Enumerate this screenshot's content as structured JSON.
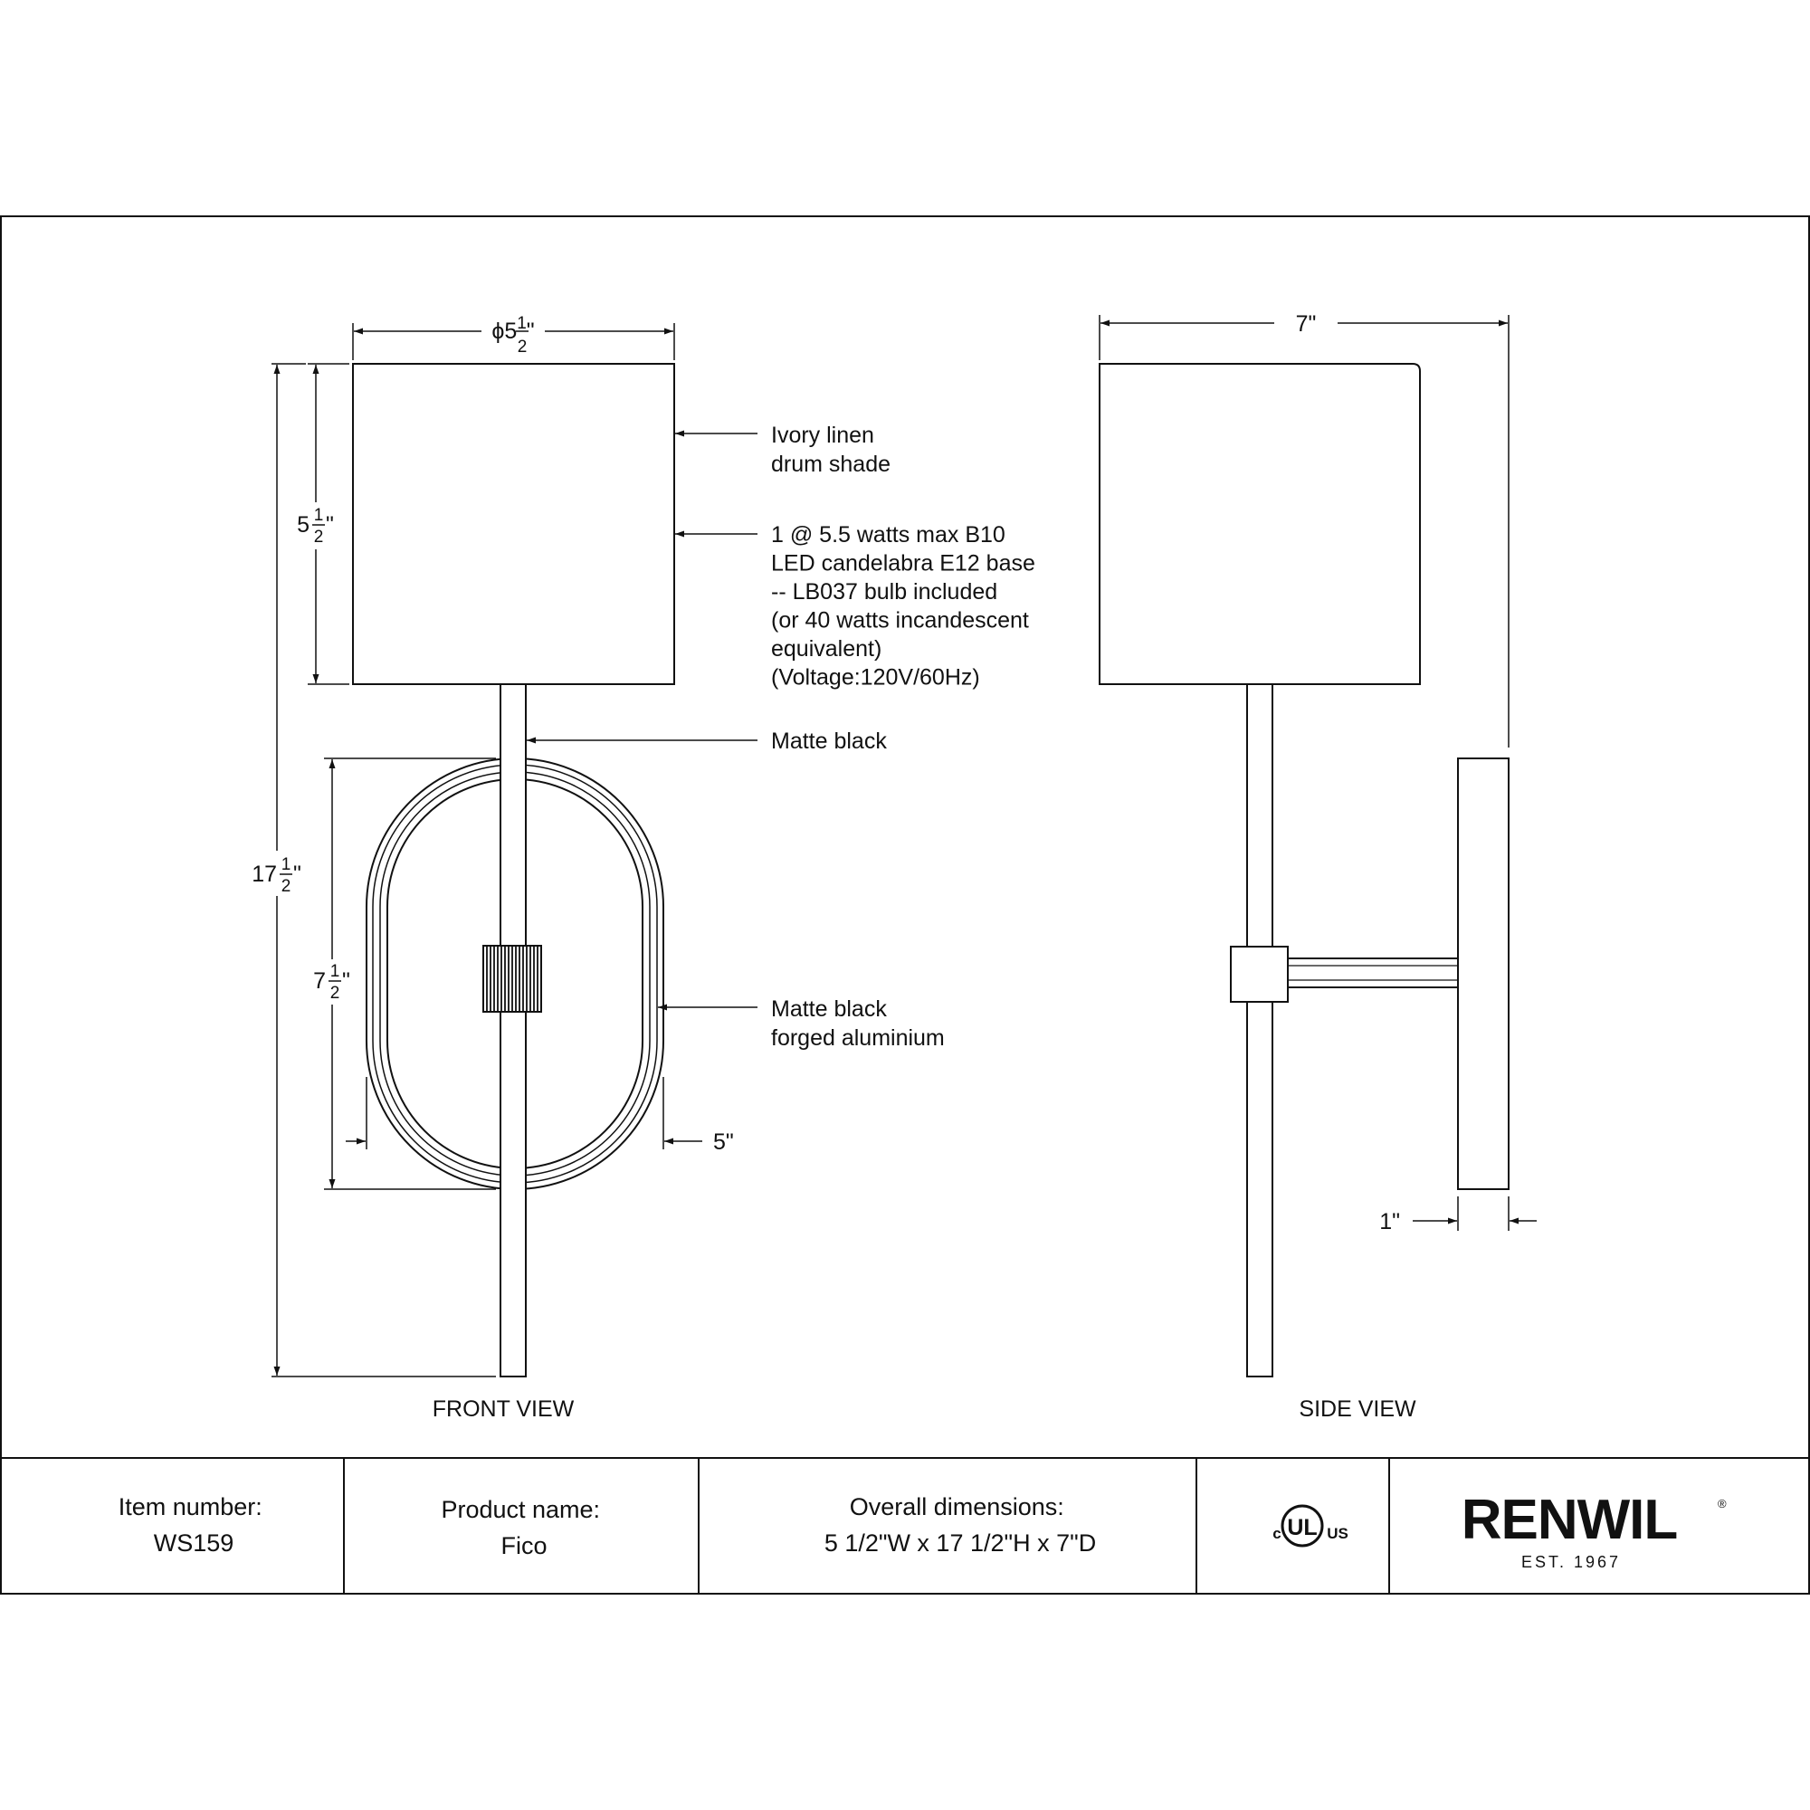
{
  "front_view": {
    "caption": "FRONT VIEW",
    "dimensions": {
      "shade_diameter": {
        "prefix": "ϕ5",
        "num": "1",
        "den": "2",
        "suffix": "\""
      },
      "shade_height": {
        "prefix": "5",
        "num": "1",
        "den": "2",
        "suffix": "\""
      },
      "overall_height": {
        "prefix": "17",
        "num": "1",
        "den": "2",
        "suffix": "\""
      },
      "backplate_height": {
        "prefix": "7",
        "num": "1",
        "den": "2",
        "suffix": "\""
      },
      "backplate_width": "5\""
    },
    "callouts": {
      "shade": [
        "Ivory linen",
        "drum shade"
      ],
      "bulb": [
        "1 @ 5.5 watts max B10",
        "LED candelabra E12 base",
        "-- LB037 bulb included",
        "(or 40 watts incandescent",
        "equivalent)",
        "(Voltage:120V/60Hz)"
      ],
      "stem": [
        "Matte black"
      ],
      "frame": [
        "Matte black",
        "forged aluminium"
      ]
    }
  },
  "side_view": {
    "caption": "SIDE VIEW",
    "dimensions": {
      "depth": "7\"",
      "backplate_depth": "1\""
    }
  },
  "title_block": {
    "item": {
      "label": "Item number:",
      "value": "WS159"
    },
    "product": {
      "label": "Product name:",
      "value": "Fico"
    },
    "dimensions": {
      "label": "Overall dimensions:",
      "value": "5 1/2\"W x 17 1/2\"H x 7\"D"
    },
    "cert": {
      "c": "c",
      "ul": "UL",
      "us": "US"
    },
    "brand": {
      "name": "RENWIL",
      "registered": "®",
      "tagline": "EST. 1967"
    }
  }
}
